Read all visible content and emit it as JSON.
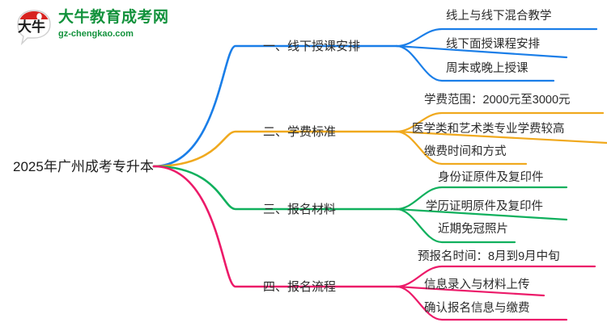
{
  "logo": {
    "mark_text": "大牛",
    "name": "大牛教育成考网",
    "url": "gz-chengkao.com",
    "brand_color": "#12923c",
    "mark_accent_color": "#d7231f"
  },
  "mindmap": {
    "root": {
      "label": "2025年广州成考专升本"
    },
    "branches": [
      {
        "label": "一、线下授课安排",
        "color": "#1a7ee8",
        "children": [
          {
            "label": "线上与线下混合教学"
          },
          {
            "label": "线下面授课程安排"
          },
          {
            "label": "周末或晚上授课"
          }
        ]
      },
      {
        "label": "二、学费标准",
        "color": "#f0a91e",
        "children": [
          {
            "label": "学费范围：2000元至3000元"
          },
          {
            "label": "医学类和艺术类专业学费较高"
          },
          {
            "label": "缴费时间和方式"
          }
        ]
      },
      {
        "label": "三、报名材料",
        "color": "#10b05d",
        "children": [
          {
            "label": "身份证原件及复印件"
          },
          {
            "label": "学历证明原件及复印件"
          },
          {
            "label": "近期免冠照片"
          }
        ]
      },
      {
        "label": "四、报名流程",
        "color": "#ec1a69",
        "children": [
          {
            "label": "预报名时间：8月到9月中旬"
          },
          {
            "label": "信息录入与材料上传"
          },
          {
            "label": "确认报名信息与缴费"
          }
        ]
      }
    ]
  }
}
